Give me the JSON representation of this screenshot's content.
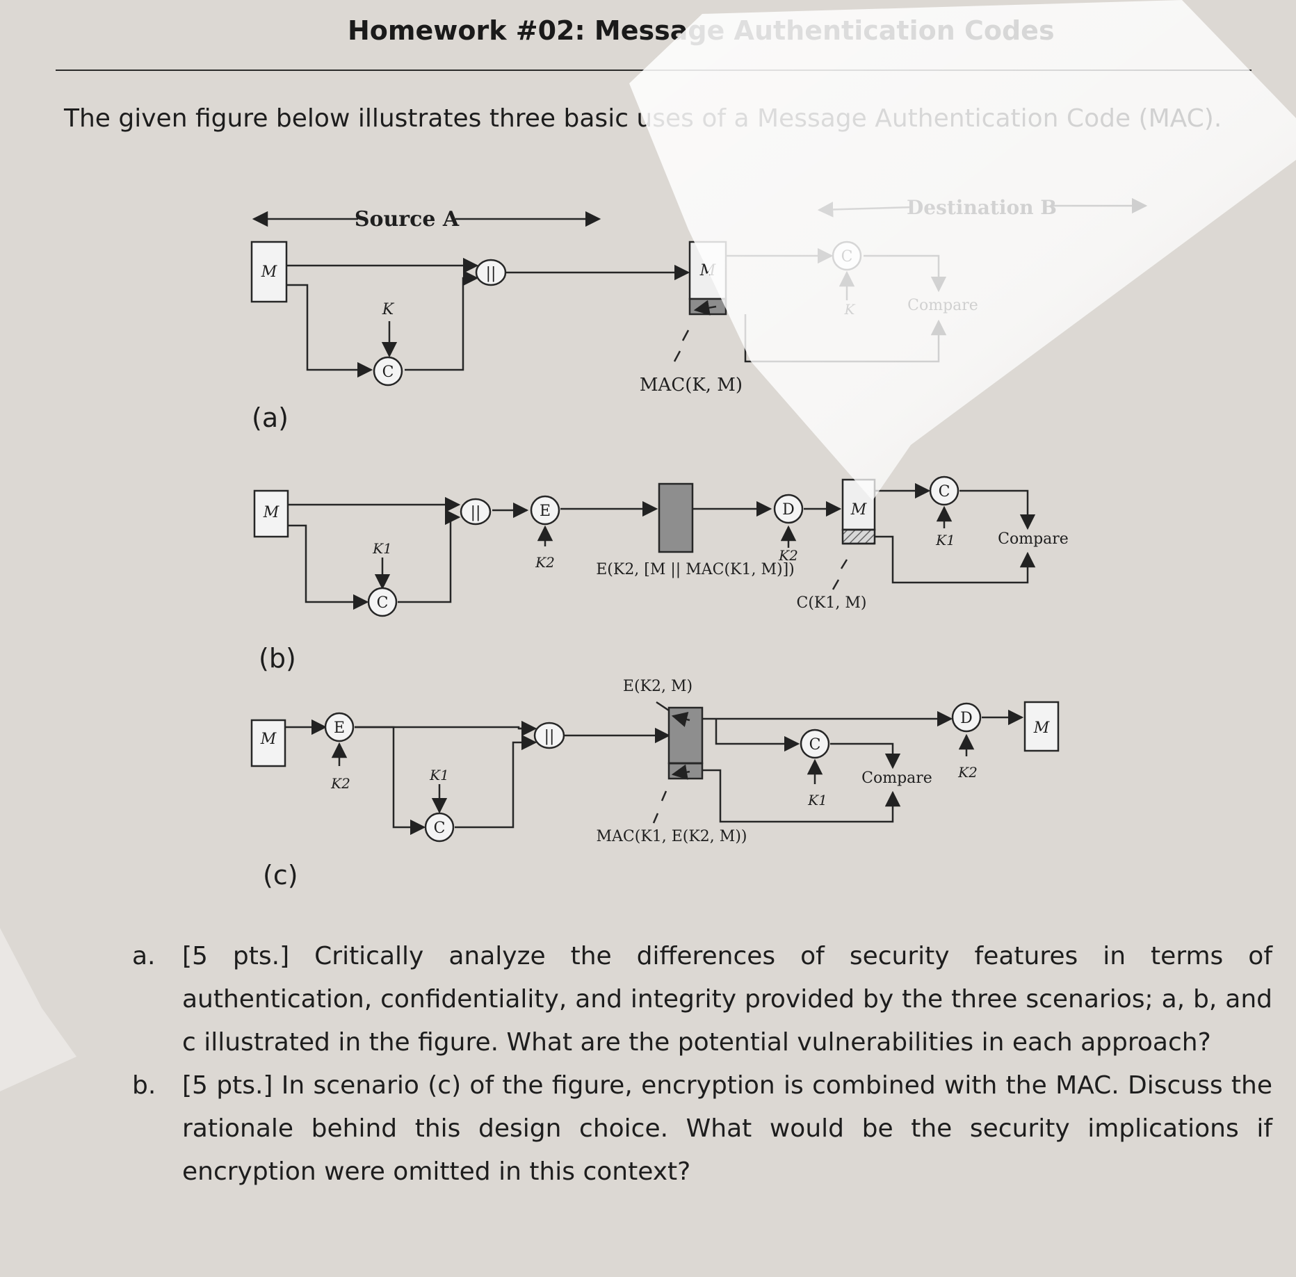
{
  "header": {
    "title": "Homework #02: Message Authentication Codes",
    "intro": "The given figure below illustrates three basic uses of a Message Authentication Code (MAC)."
  },
  "figure": {
    "source_label": "Source A",
    "destination_label": "Destination B",
    "symbols": {
      "message": "M",
      "concat": "||",
      "mac_fn": "C",
      "encrypt": "E",
      "decrypt": "D",
      "key": "K",
      "key1": "K1",
      "key2": "K2",
      "compare": "Compare"
    },
    "panel_a": {
      "label": "(a)",
      "mac_caption": "MAC(K, M)"
    },
    "panel_b": {
      "label": "(b)",
      "cipher_caption": "E(K2, [M || MAC(K1, M)])",
      "mac_caption": "C(K1, M)"
    },
    "panel_c": {
      "label": "(c)",
      "cipher_caption": "E(K2, M)",
      "mac_caption": "MAC(K1, E(K2, M))"
    }
  },
  "questions": [
    {
      "marker": "a.",
      "text": "[5 pts.] Critically analyze the differences of security features in terms of authentication, confidentiality, and integrity provided by the three scenarios; a, b, and c illustrated in the figure. What are the potential vulnerabilities in each approach?"
    },
    {
      "marker": "b.",
      "text": "[5 pts.] In scenario (c) of the figure, encryption is combined with the MAC. Discuss the rationale behind this design choice. What would be the security implications if encryption were omitted in this context?"
    }
  ]
}
